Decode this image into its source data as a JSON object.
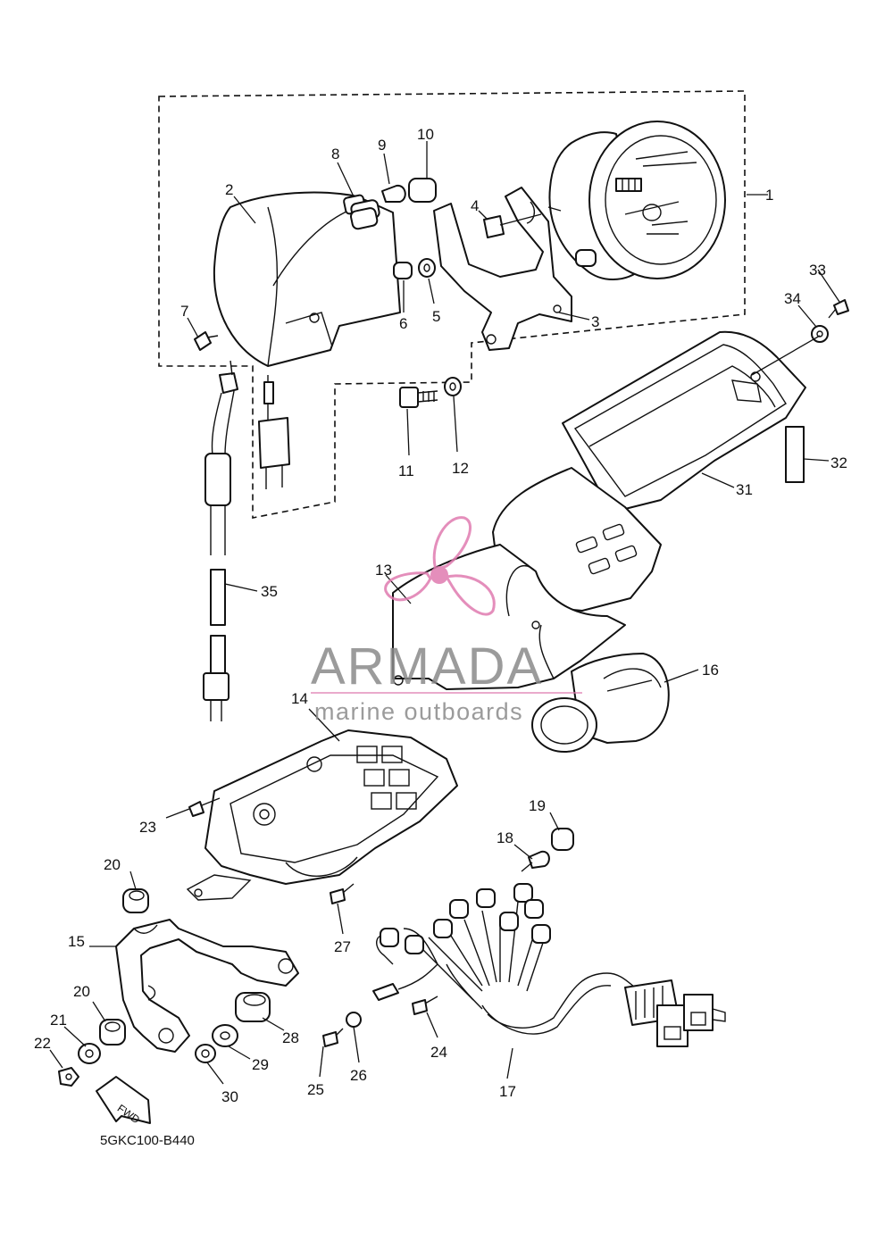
{
  "diagram_code": "5GKC100-B440",
  "watermark": {
    "brand": "ARMADA",
    "tagline": "marine outboards",
    "brand_color": "#808080",
    "accent_color": "#e07bb0"
  },
  "direction_arrow": "FWD",
  "callouts": [
    {
      "id": "c1",
      "label": "1"
    },
    {
      "id": "c2",
      "label": "2"
    },
    {
      "id": "c3",
      "label": "3"
    },
    {
      "id": "c4",
      "label": "4"
    },
    {
      "id": "c5",
      "label": "5"
    },
    {
      "id": "c6",
      "label": "6"
    },
    {
      "id": "c7",
      "label": "7"
    },
    {
      "id": "c8",
      "label": "8"
    },
    {
      "id": "c9",
      "label": "9"
    },
    {
      "id": "c10",
      "label": "10"
    },
    {
      "id": "c11",
      "label": "11"
    },
    {
      "id": "c12",
      "label": "12"
    },
    {
      "id": "c13",
      "label": "13"
    },
    {
      "id": "c14",
      "label": "14"
    },
    {
      "id": "c15",
      "label": "15"
    },
    {
      "id": "c16",
      "label": "16"
    },
    {
      "id": "c17",
      "label": "17"
    },
    {
      "id": "c18",
      "label": "18"
    },
    {
      "id": "c19",
      "label": "19"
    },
    {
      "id": "c20a",
      "label": "20"
    },
    {
      "id": "c20b",
      "label": "20"
    },
    {
      "id": "c21",
      "label": "21"
    },
    {
      "id": "c22",
      "label": "22"
    },
    {
      "id": "c23",
      "label": "23"
    },
    {
      "id": "c24",
      "label": "24"
    },
    {
      "id": "c25",
      "label": "25"
    },
    {
      "id": "c26",
      "label": "26"
    },
    {
      "id": "c27",
      "label": "27"
    },
    {
      "id": "c28",
      "label": "28"
    },
    {
      "id": "c29",
      "label": "29"
    },
    {
      "id": "c30",
      "label": "30"
    },
    {
      "id": "c31",
      "label": "31"
    },
    {
      "id": "c32",
      "label": "32"
    },
    {
      "id": "c33",
      "label": "33"
    },
    {
      "id": "c34",
      "label": "34"
    },
    {
      "id": "c35",
      "label": "35"
    }
  ]
}
